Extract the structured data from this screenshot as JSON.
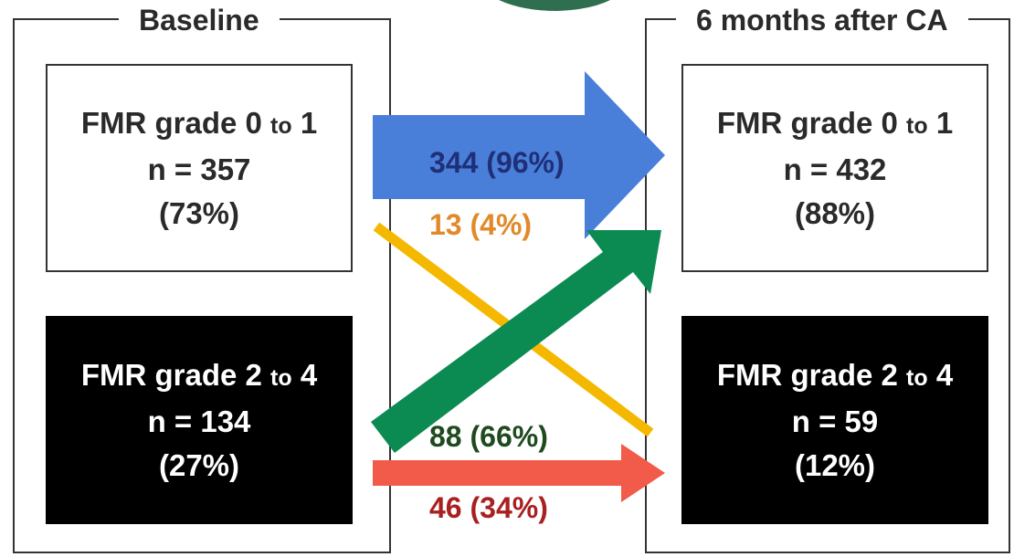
{
  "baseline": {
    "title": "Baseline",
    "low": {
      "label": "FMR grade ",
      "range_a": "0",
      "to": "to",
      "range_b": "1",
      "n": "n = 357",
      "pct": "(73%)"
    },
    "high": {
      "label": "FMR grade ",
      "range_a": "2",
      "to": "to",
      "range_b": "4",
      "n": "n = 134",
      "pct": "(27%)"
    }
  },
  "followup": {
    "title": "6 months after CA",
    "low": {
      "label": "FMR grade ",
      "range_a": "0",
      "to": "to",
      "range_b": "1",
      "n": "n = 432",
      "pct": "(88%)"
    },
    "high": {
      "label": "FMR grade ",
      "range_a": "2",
      "to": "to",
      "range_b": "4",
      "n": "n = 59",
      "pct": "(12%)"
    }
  },
  "transitions": {
    "low_to_low": {
      "text": "344 (96%)",
      "color": "#4a7fd9",
      "text_color": "#1f2f78"
    },
    "low_to_high": {
      "text": "13 (4%)",
      "color": "#f5b800",
      "text_color": "#e08a2a"
    },
    "high_to_low": {
      "text": "88 (66%)",
      "color": "#0b8a52",
      "text_color": "#1e4a1e"
    },
    "high_to_high": {
      "text": "46 (34%)",
      "color": "#f25a4a",
      "text_color": "#a82020"
    }
  }
}
